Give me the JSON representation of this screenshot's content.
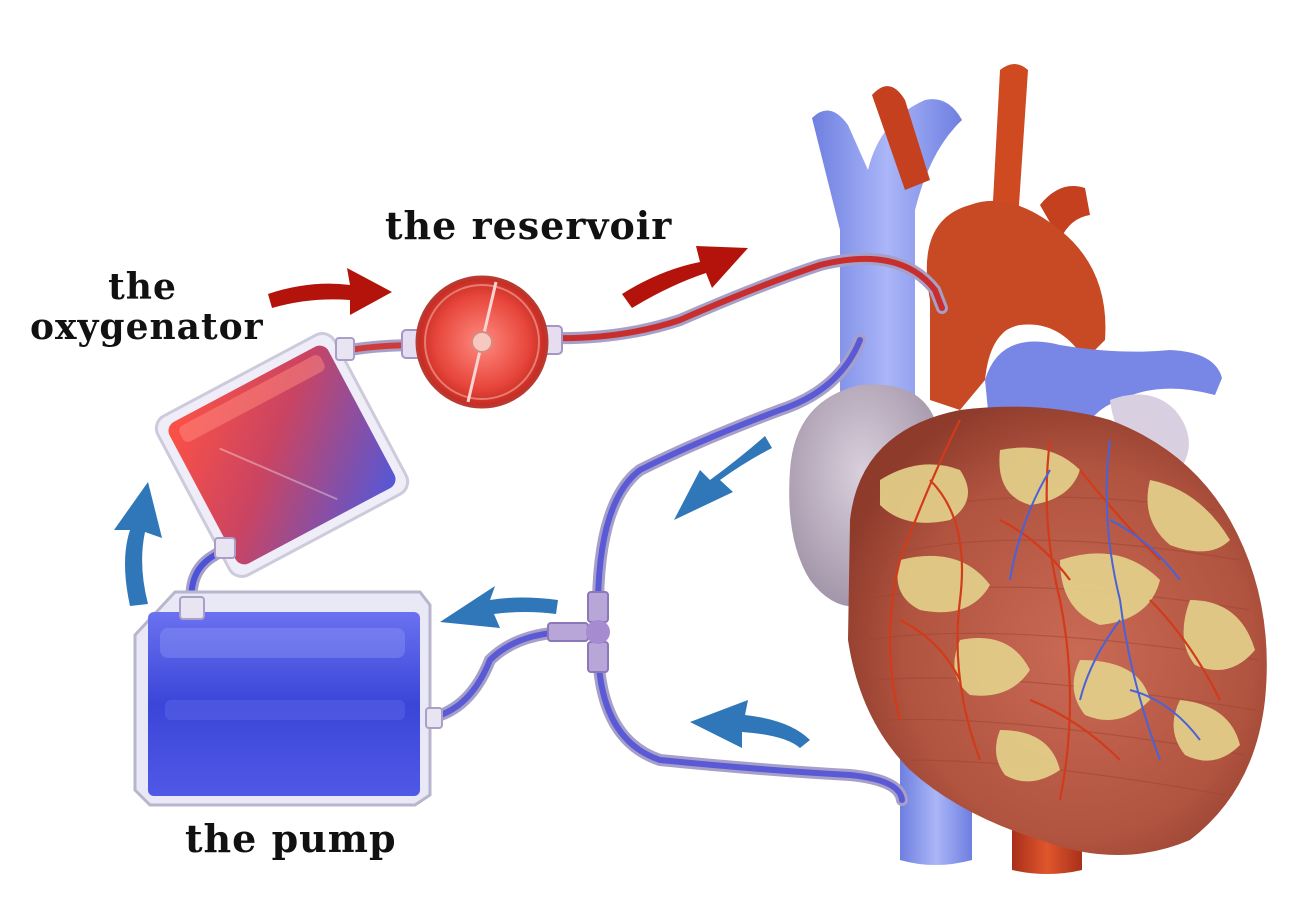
{
  "labels": {
    "reservoir": "the reservoir",
    "oxygenator_line1": "the",
    "oxygenator_line2": "oxygenator",
    "pump": "the pump"
  },
  "colors": {
    "oxygenated_blood": "#c8261b",
    "deoxygenated_blood": "#3f52d6",
    "red_arrow": "#b3130b",
    "blue_arrow": "#2f77b8",
    "vein": "#8f9ff0",
    "artery": "#c4401e",
    "heart_muscle": "#b85a48",
    "fat": "#e2cf86"
  },
  "icons": {
    "red_arrow": "curved-arrow-right",
    "blue_arrow": "curved-arrow-left"
  }
}
